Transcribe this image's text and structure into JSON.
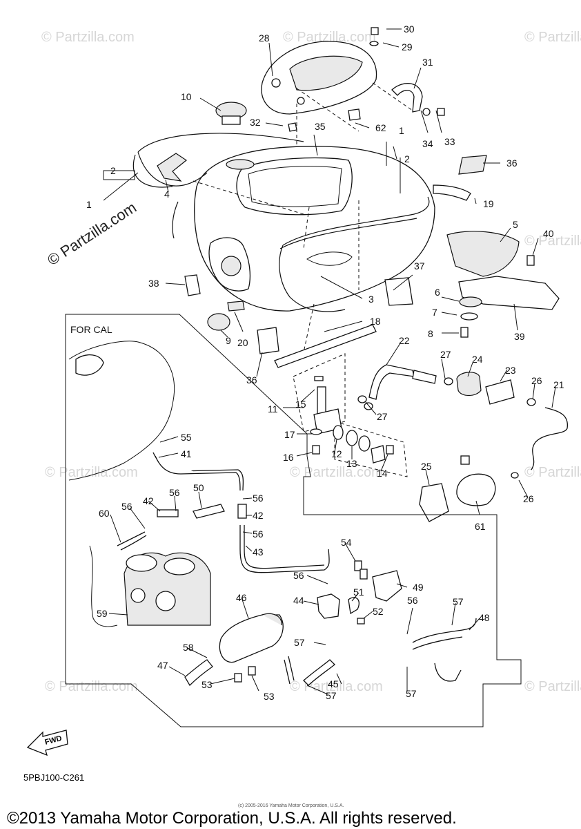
{
  "inset_label": "FOR CAL",
  "diagram_code": "5PBJ100-C261",
  "copyright": "©2013 Yamaha Motor Corporation, U.S.A. All rights reserved.",
  "small_copyright": "(c) 2005-2016 Yamaha Motor Corporation, U.S.A.",
  "fwd_label": "FWD",
  "watermark": "© Partzilla.com",
  "watermark_short": "© Partzilla.com",
  "callouts": [
    "30",
    "29",
    "28",
    "31",
    "10",
    "32",
    "62",
    "1",
    "34",
    "33",
    "35",
    "2",
    "36",
    "2",
    "1",
    "4",
    "19",
    "5",
    "40",
    "38",
    "3",
    "37",
    "6",
    "7",
    "8",
    "39",
    "18",
    "20",
    "9",
    "36",
    "22",
    "27",
    "24",
    "23",
    "26",
    "21",
    "11",
    "15",
    "27",
    "17",
    "12",
    "13",
    "16",
    "14",
    "25",
    "61",
    "26",
    "55",
    "41",
    "42",
    "56",
    "50",
    "60",
    "56",
    "56",
    "42",
    "56",
    "43",
    "54",
    "49",
    "56",
    "44",
    "51",
    "52",
    "56",
    "57",
    "48",
    "59",
    "46",
    "58",
    "57",
    "47",
    "53",
    "53",
    "57",
    "45",
    "57"
  ]
}
